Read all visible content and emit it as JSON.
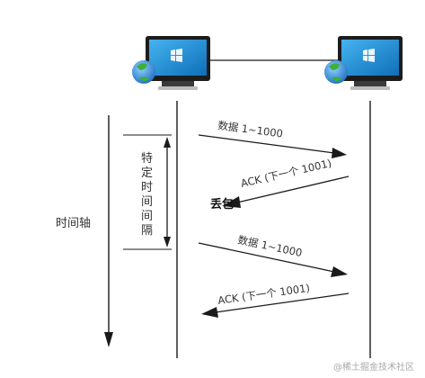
{
  "hosts": [
    {
      "name": "sender-computer",
      "icon": "computer-monitor-globe-icon"
    },
    {
      "name": "receiver-computer",
      "icon": "computer-monitor-globe-icon"
    }
  ],
  "messages": {
    "data1": "数据 1~1000",
    "ack1": "ACK (下一个 1001)",
    "data2": "数据 1~1000",
    "ack2": "ACK (下一个 1001)"
  },
  "loss_label": "丢包",
  "interval_label": [
    "特",
    "定",
    "时",
    "间",
    "间",
    "隔"
  ],
  "timeline_label": "时间轴",
  "watermark": "@稀土掘金技术社区",
  "colors": {
    "line": "#1a1a1a",
    "screen": "#1e8fd5",
    "bezel": "#1c1c1c",
    "globe": "#2c8fd8",
    "globe_land": "#3fae3a"
  }
}
